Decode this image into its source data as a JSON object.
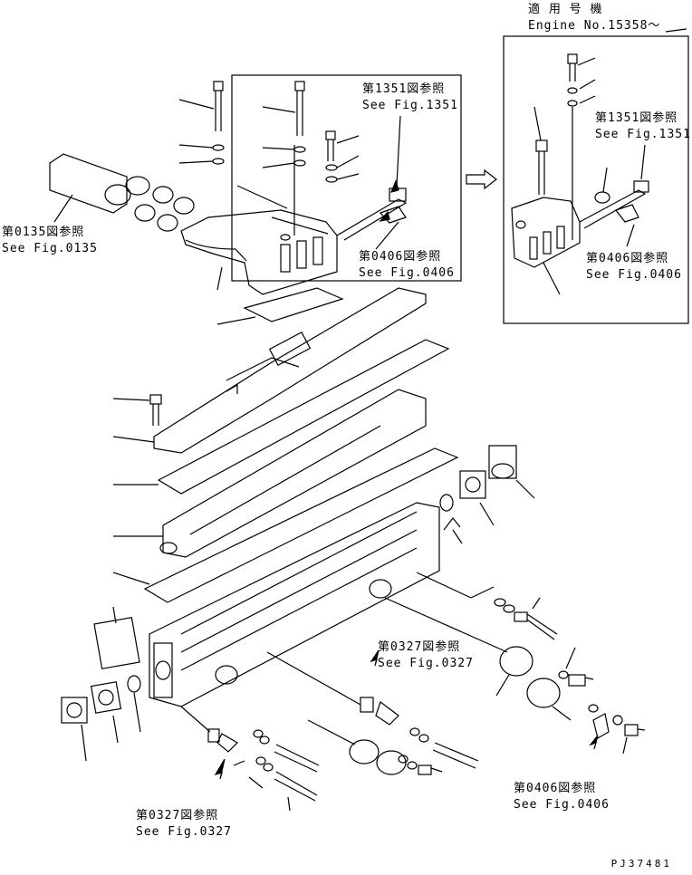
{
  "applicability": {
    "title": "適 用 号 機",
    "engine": "Engine No.15358～"
  },
  "refs": {
    "r1351_main": {
      "jp": "第1351図参照",
      "en": "See Fig.1351"
    },
    "r0135": {
      "jp": "第0135図参照",
      "en": "See Fig.0135"
    },
    "r0406_main": {
      "jp": "第0406図参照",
      "en": "See Fig.0406"
    },
    "r1351_inset": {
      "jp": "第1351図参照",
      "en": "See Fig.1351"
    },
    "r0406_inset": {
      "jp": "第0406図参照",
      "en": "See Fig.0406"
    },
    "r0327_mid": {
      "jp": "第0327図参照",
      "en": "See Fig.0327"
    },
    "r0406_low": {
      "jp": "第0406図参照",
      "en": "See Fig.0406"
    },
    "r0327_low": {
      "jp": "第0327図参照",
      "en": "See Fig.0327"
    }
  },
  "drawing_code": "PJ37481"
}
